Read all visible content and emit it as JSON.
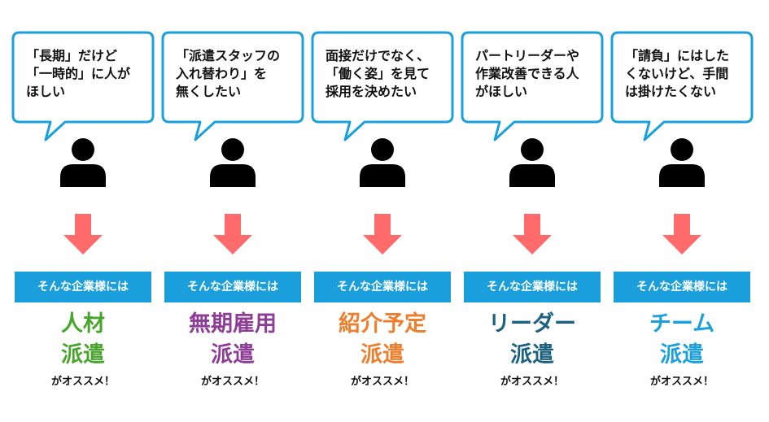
{
  "colors": {
    "bubble_border": "#1ba0dc",
    "person": "#000000",
    "arrow": "#ff6b6b",
    "banner_bg": "#1a9fdc"
  },
  "columns": [
    {
      "bubble": "「長期」だけど\n「一時的」に人が\nほしい",
      "banner": "そんな企業様には",
      "result_line1": "人材",
      "result_line2": "派遣",
      "result_color": "#4aa52e",
      "recommend": "がオススメ！"
    },
    {
      "bubble": "「派遣スタッフの\n入れ替わり」を\n無くしたい",
      "banner": "そんな企業様には",
      "result_line1": "無期雇用",
      "result_line2": "派遣",
      "result_color": "#8e3d96",
      "recommend": "がオススメ！"
    },
    {
      "bubble": "面接だけでなく、\n「働く姿」を見て\n採用を決めたい",
      "banner": "そんな企業様には",
      "result_line1": "紹介予定",
      "result_line2": "派遣",
      "result_color": "#ef7e2c",
      "recommend": "がオススメ！"
    },
    {
      "bubble": "パートリーダーや\n作業改善できる人\nがほしい",
      "banner": "そんな企業様には",
      "result_line1": "リーダー",
      "result_line2": "派遣",
      "result_color": "#1d6180",
      "recommend": "がオススメ！"
    },
    {
      "bubble": "「請負」にはした\nくないけど、手間\nは掛けたくない",
      "banner": "そんな企業様には",
      "result_line1": "チーム",
      "result_line2": "派遣",
      "result_color": "#1ba0dc",
      "recommend": "がオススメ！"
    }
  ]
}
